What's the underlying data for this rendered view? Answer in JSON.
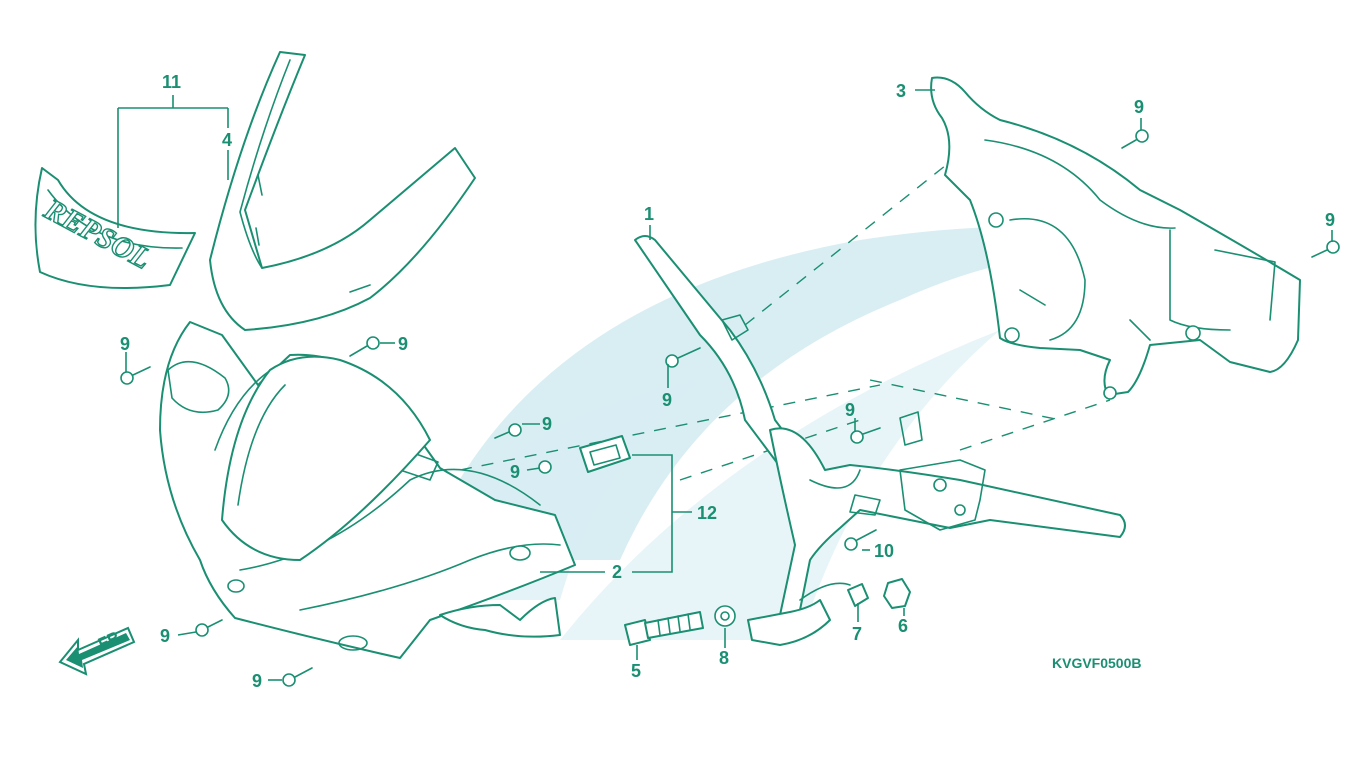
{
  "diagram": {
    "drawing_code": "KVGVF0500B",
    "front_label": "FR.",
    "decal_text": "REPSOL",
    "accent_color": "#1a8f72",
    "watermark_color": "#d9eef3",
    "callouts": {
      "c1": "1",
      "c2": "2",
      "c3": "3",
      "c4": "4",
      "c5": "5",
      "c6": "6",
      "c7": "7",
      "c8": "8",
      "c9a": "9",
      "c9b": "9",
      "c9c": "9",
      "c9d": "9",
      "c9e": "9",
      "c9f": "9",
      "c9g": "9",
      "c9h": "9",
      "c9i": "9",
      "c9j": "9",
      "c10": "10",
      "c11": "11",
      "c12": "12"
    }
  }
}
